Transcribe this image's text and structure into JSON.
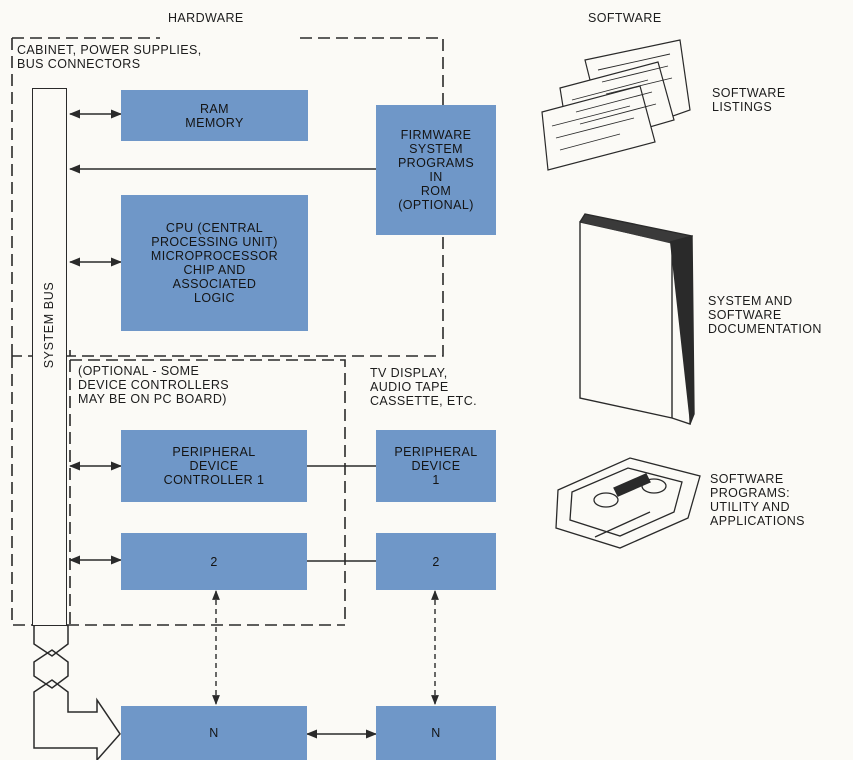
{
  "hardware": {
    "title": "HARDWARE",
    "cabinet_label": "CABINET, POWER SUPPLIES,\nBUS CONNECTORS",
    "system_bus": "SYSTEM BUS",
    "ram": "RAM\nMEMORY",
    "firmware": "FIRMWARE\nSYSTEM\nPROGRAMS\nIN\nROM\n(OPTIONAL)",
    "cpu": "CPU (CENTRAL\nPROCESSING UNIT)\nMICROPROCESSOR\nCHIP AND\nASSOCIATED\nLOGIC",
    "optional_note": "(OPTIONAL - SOME\nDEVICE CONTROLLERS\nMAY BE ON PC BOARD)",
    "tv_note": "TV DISPLAY,\nAUDIO TAPE\nCASSETTE, ETC.",
    "controller_1": "PERIPHERAL\nDEVICE\nCONTROLLER 1",
    "device_1": "PERIPHERAL\nDEVICE\n1",
    "controller_2": "2",
    "device_2": "2",
    "controller_n": "N",
    "device_n": "N"
  },
  "software": {
    "title": "SOFTWARE",
    "listings": "SOFTWARE\nLISTINGS",
    "documentation": "SYSTEM AND\nSOFTWARE\nDOCUMENTATION",
    "programs": "SOFTWARE\nPROGRAMS:\nUTILITY AND\nAPPLICATIONS"
  },
  "colors": {
    "box_fill": "#6f97c8",
    "line": "#2a2a2a",
    "paper": "#fbfaf6"
  },
  "icons": [
    "listing-paper-icon",
    "manual-book-icon",
    "cassette-tape-icon"
  ]
}
